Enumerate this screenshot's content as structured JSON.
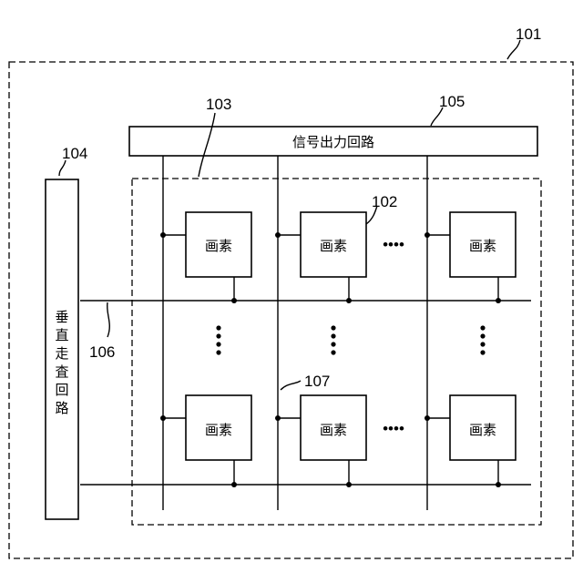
{
  "labels": {
    "ref_101": "101",
    "ref_102": "102",
    "ref_103": "103",
    "ref_104": "104",
    "ref_105": "105",
    "ref_106": "106",
    "ref_107": "107"
  },
  "blocks": {
    "signal_output_circuit": "信号出力回路",
    "vertical_scan_circuit": [
      "垂",
      "直",
      "走",
      "査",
      "回",
      "路"
    ],
    "pixel": "画素"
  },
  "ellipsis_h": "••••"
}
